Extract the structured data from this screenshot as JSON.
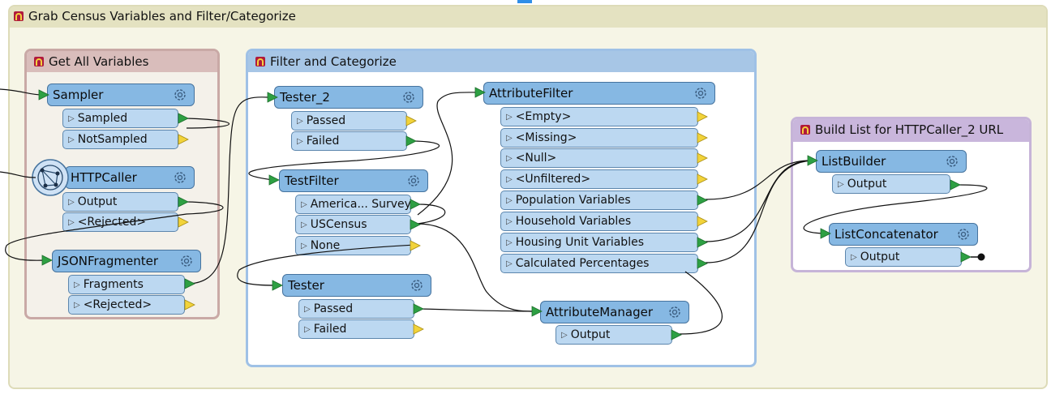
{
  "outer": {
    "title": "Grab Census Variables and Filter/Categorize"
  },
  "groups": {
    "get_all": {
      "title": "Get All Variables"
    },
    "filter": {
      "title": "Filter and Categorize"
    },
    "build_list": {
      "title": "Build List for HTTPCaller_2 URL"
    }
  },
  "transformers": {
    "sampler": {
      "name": "Sampler",
      "ports": [
        "Sampled",
        "NotSampled"
      ]
    },
    "httpcaller": {
      "name": "HTTPCaller",
      "ports": [
        "Output",
        "<Rejected>"
      ]
    },
    "jsonfragmenter": {
      "name": "JSONFragmenter",
      "ports": [
        "Fragments",
        "<Rejected>"
      ]
    },
    "tester_2": {
      "name": "Tester_2",
      "ports": [
        "Passed",
        "Failed"
      ]
    },
    "testfilter": {
      "name": "TestFilter",
      "ports": [
        "America... Survey",
        "USCensus",
        "None"
      ]
    },
    "tester": {
      "name": "Tester",
      "ports": [
        "Passed",
        "Failed"
      ]
    },
    "attributefilter": {
      "name": "AttributeFilter",
      "ports": [
        "<Empty>",
        "<Missing>",
        "<Null>",
        "<Unfiltered>",
        "Population Variables",
        "Household Variables",
        "Housing Unit Variables",
        "Calculated Percentages"
      ]
    },
    "attributemanager": {
      "name": "AttributeManager",
      "ports": [
        "Output"
      ]
    },
    "listbuilder": {
      "name": "ListBuilder",
      "ports": [
        "Output"
      ]
    },
    "listconcatenator": {
      "name": "ListConcatenator",
      "ports": [
        "Output"
      ]
    }
  },
  "colors": {
    "outer_bg": "#f6f5e6",
    "outer_header": "#e4e2c1",
    "get_group_border": "#c9a9a6",
    "filter_group_border": "#9fc1e6",
    "list_group_border": "#c6b4d8",
    "transformer_bg": "#86b8e3",
    "port_bg": "#bcd8f1",
    "port_connected": "#2ea043",
    "port_unconnected": "#f2d33a"
  }
}
